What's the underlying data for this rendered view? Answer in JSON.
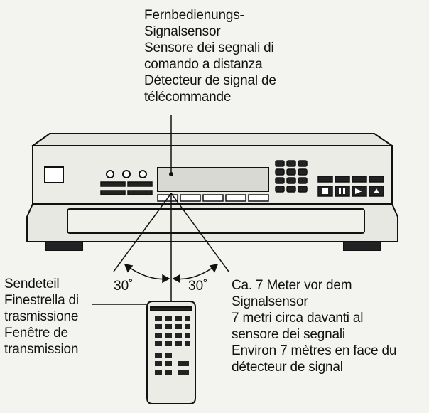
{
  "sensor_label": {
    "lines": [
      "Fernbedienungs-",
      "Signalsensor",
      "Sensore dei segnali di",
      "comando a distanza",
      "Détecteur de signal de",
      "télécommande"
    ]
  },
  "transmitter_label": {
    "lines": [
      "Sendeteil",
      "Finestrella di",
      "trasmissione",
      "Fenêtre de",
      "transmission"
    ]
  },
  "distance_label": {
    "lines": [
      "Ca. 7 Meter vor dem",
      "Signalsensor",
      "7 metri circa davanti al",
      "sensore dei segnali",
      "Environ 7 mètres en face du",
      "détecteur de signal"
    ]
  },
  "angles": {
    "left": "30˚",
    "right": "30˚"
  },
  "colors": {
    "ink": "#111111",
    "paper": "#f3f3f0",
    "panel": "#e2e2dd"
  }
}
